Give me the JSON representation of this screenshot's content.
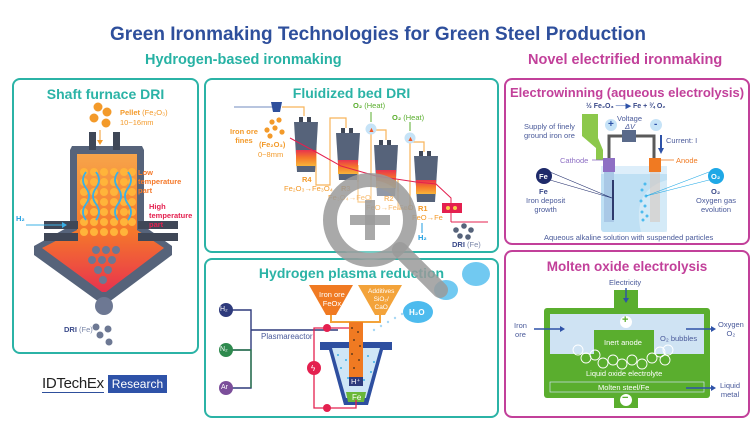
{
  "title": "Green Ironmaking Technologies for Green Steel Production",
  "sections": {
    "hydrogen": "Hydrogen-based ironmaking",
    "electrified": "Novel electrified ironmaking"
  },
  "colors": {
    "title": "#2e4f9c",
    "hydrogen_accent": "#2bb3a6",
    "electrified_accent": "#c2409a",
    "orange": "#f39a2a",
    "red": "#e4204f",
    "steel_gray": "#56637a",
    "green": "#5aae2e"
  },
  "shaft_furnace": {
    "title": "Shaft furnace DRI",
    "pellet_label": "Pellet",
    "pellet_formula": "(Fe₂O₃)",
    "pellet_size": "10~16mm",
    "low_temp": [
      "Low",
      "temperature",
      "part"
    ],
    "high_temp": [
      "High",
      "temperature",
      "part"
    ],
    "h2": "H₂",
    "output_bold": "DRI",
    "output_formula": "(Fe)"
  },
  "fluidized_bed": {
    "title": "Fluidized bed DRI",
    "feed_label": [
      "Iron ore",
      "fines"
    ],
    "feed_formula": "(Fe₂O₃)",
    "feed_size": "0~8mm",
    "o2_heat_gas": "O₂",
    "o2_heat_note": "(Heat)",
    "reactors": [
      {
        "name": "R4",
        "reaction": "Fe₂O₃→Fe₃O₄"
      },
      {
        "name": "R3",
        "reaction": "Fe₃O₄→FeO"
      },
      {
        "name": "R2",
        "reaction": "FeO→Fe/FeO"
      },
      {
        "name": "R1",
        "reaction": "FeO→Fe"
      }
    ],
    "h2": "H₂",
    "output_bold": "DRI",
    "output_formula": "(Fe)"
  },
  "plasma": {
    "title": "Hydrogen plasma reduction",
    "hopper_ore": [
      "Iron ore",
      "FeOx"
    ],
    "hopper_additives": [
      "Additives",
      "SiO₂/",
      "CaO"
    ],
    "gases": [
      "H₂",
      "N₂",
      "Ar"
    ],
    "reactor_label": "Plasmareactor",
    "h_plus": "H⁺",
    "product": "Fe",
    "exhaust": "H₂O"
  },
  "electrowinning": {
    "title": "Electrowinning (aqueous electrolysis)",
    "reaction_left": "½ Fe₂O₃",
    "reaction_right": "Fe + ¾ O₂",
    "supply_label": [
      "Supply of finely",
      "ground iron ore"
    ],
    "voltage": "Voltage",
    "delta_v": "ΔV",
    "current": "Current: I",
    "plus": "+",
    "minus": "-",
    "cathode": "Cathode",
    "anode": "Anode",
    "fe_badge": "Fe",
    "fe_label": "Fe",
    "fe_desc": [
      "Iron deposit",
      "growth"
    ],
    "o2_badge": "O₂",
    "o2_label": "O₂",
    "o2_desc": [
      "Oxygen gas",
      "evolution"
    ],
    "solution": "Aqueous alkaline solution with suspended particles"
  },
  "molten_oxide": {
    "title": "Molten oxide electrolysis",
    "electricity": "Electricity",
    "iron_ore": [
      "Iron",
      "ore"
    ],
    "oxygen_out": [
      "Oxygen",
      "O₂"
    ],
    "o2_bubbles": "O₂ bubbles",
    "inert_anode": "Inert anode",
    "electrolyte": "Liquid oxide electrolyte",
    "molten_steel": "Molten steel/Fe",
    "liquid_metal": [
      "Liquid",
      "metal"
    ],
    "plus": "+",
    "minus": "−"
  },
  "logo": {
    "brand": "IDTechEx",
    "tag": "Research"
  },
  "overlay": {
    "icon": "zoom-in-icon"
  }
}
